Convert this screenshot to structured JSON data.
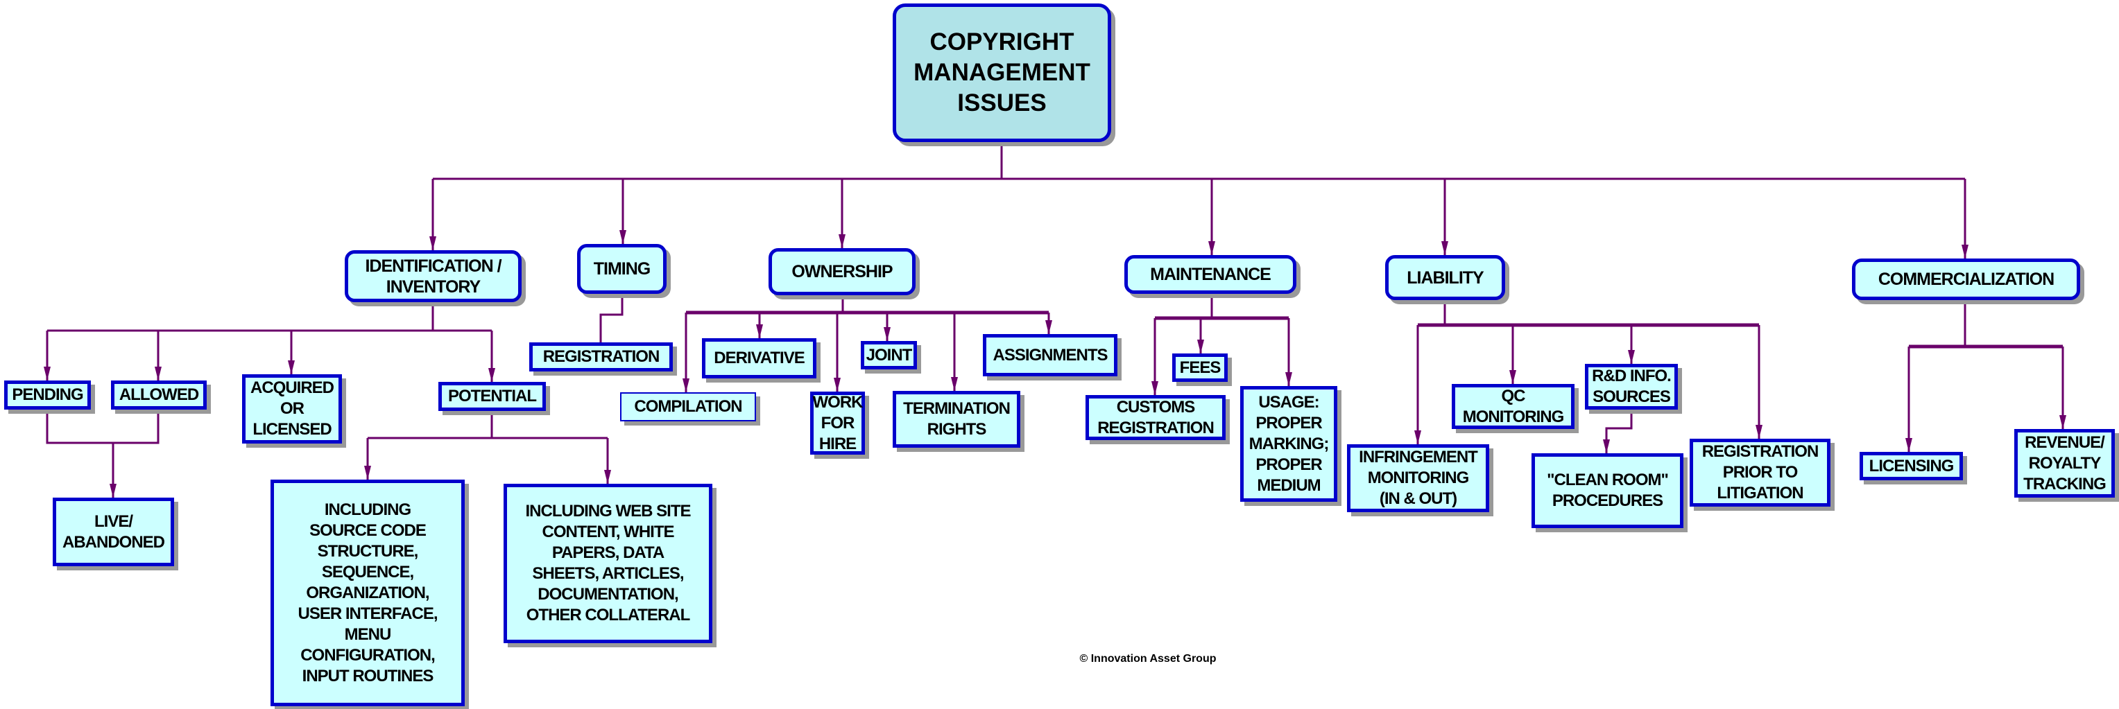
{
  "diagram": {
    "root": "COPYRIGHT\nMANAGEMENT\nISSUES",
    "categories": {
      "identification": {
        "label": "IDENTIFICATION /\nINVENTORY",
        "children": {
          "pending": "PENDING",
          "allowed": "ALLOWED",
          "acquired": "ACQUIRED\nOR\nLICENSED",
          "potential": "POTENTIAL",
          "live": "LIVE/\nABANDONED",
          "including_source": "INCLUDING\nSOURCE CODE\nSTRUCTURE,\nSEQUENCE,\nORGANIZATION,\nUSER INTERFACE,\nMENU\nCONFIGURATION,\nINPUT ROUTINES",
          "including_web": "INCLUDING WEB SITE\nCONTENT, WHITE\nPAPERS, DATA\nSHEETS, ARTICLES,\nDOCUMENTATION,\nOTHER COLLATERAL"
        }
      },
      "timing": {
        "label": "TIMING",
        "children": {
          "registration": "REGISTRATION"
        }
      },
      "ownership": {
        "label": "OWNERSHIP",
        "children": {
          "compilation": "COMPILATION",
          "derivative": "DERIVATIVE",
          "work_for_hire": "WORK\nFOR\nHIRE",
          "joint": "JOINT",
          "termination": "TERMINATION\nRIGHTS",
          "assignments": "ASSIGNMENTS"
        }
      },
      "maintenance": {
        "label": "MAINTENANCE",
        "children": {
          "customs": "CUSTOMS\nREGISTRATION",
          "fees": "FEES",
          "usage": "USAGE:\nPROPER\nMARKING;\nPROPER\nMEDIUM"
        }
      },
      "liability": {
        "label": "LIABILITY",
        "children": {
          "infringement": "INFRINGEMENT\nMONITORING\n(IN & OUT)",
          "qc": "QC\nMONITORING",
          "rd": "R&D INFO.\nSOURCES",
          "clean_room": "\"CLEAN ROOM\"\nPROCEDURES",
          "reg_prior": "REGISTRATION\nPRIOR TO\nLITIGATION"
        }
      },
      "commercialization": {
        "label": "COMMERCIALIZATION",
        "children": {
          "licensing": "LICENSING",
          "revenue": "REVENUE/\nROYALTY\nTRACKING"
        }
      }
    },
    "copyright": "© Innovation Asset Group"
  },
  "colors": {
    "box_fill": "#ccffff",
    "root_fill": "#b0e3e8",
    "box_border": "#0000cc",
    "connector": "#6a006a",
    "shadow": "#999999"
  }
}
